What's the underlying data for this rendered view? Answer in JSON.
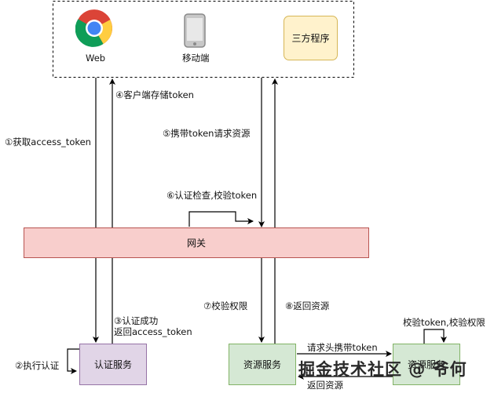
{
  "clients": {
    "web_label": "Web",
    "mobile_label": "移动端",
    "third_party_label": "三方程序"
  },
  "gateway": {
    "label": "网关"
  },
  "auth_service": {
    "label": "认证服务"
  },
  "resource_service": {
    "label": "资源服务"
  },
  "resource_service_2": {
    "label": "资源服务"
  },
  "steps": {
    "s1": "①获取access_token",
    "s2": "②执行认证",
    "s3_line1": "③认证成功",
    "s3_line2": "返回access_token",
    "s4": "④客户端存储token",
    "s5": "⑤携带token请求资源",
    "s6": "⑥认证检查,校验token",
    "s7": "⑦校验权限",
    "s8": "⑧返回资源",
    "req_header": "请求头携带token",
    "return_resource": "返回资源",
    "check_token_perm": "校验token,校验权限"
  },
  "watermark": "掘金技术社区 @ 爷何",
  "colors": {
    "gateway_fill": "#f8cecc",
    "gateway_stroke": "#b85450",
    "auth_fill": "#e1d5e7",
    "auth_stroke": "#9673a6",
    "resource_fill": "#d5e8d4",
    "resource_stroke": "#82b366",
    "third_fill": "#fff2cc",
    "third_stroke": "#d6b656"
  },
  "icons": [
    "chrome-icon",
    "mobile-phone-icon"
  ]
}
